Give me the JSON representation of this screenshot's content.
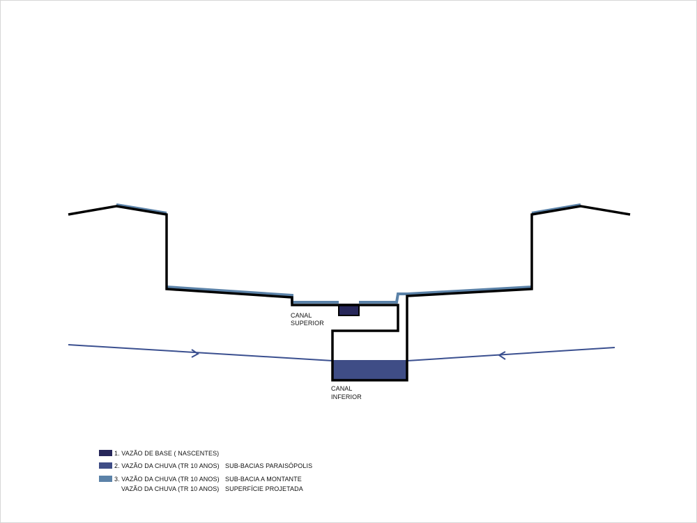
{
  "colors": {
    "line": "#000000",
    "base_flow": "#27275a",
    "rain_paraisopolis": "#3f4d86",
    "rain_upstream": "#5b82a8",
    "groundwater_arrow": "#3a4f8f"
  },
  "labels": {
    "canal_superior": [
      "CANAL",
      "SUPERIOR"
    ],
    "canal_inferior": [
      "CANAL",
      "INFERIOR"
    ]
  },
  "legend": [
    {
      "swatch_color": "#27275a",
      "text": "1. VAZÃO DE BASE  ( NASCENTES)",
      "detail": ""
    },
    {
      "swatch_color": "#3f4d86",
      "text": "2. VAZÃO DA CHUVA  (TR 10 ANOS)",
      "detail": "SUB-BACIAS PARAISÓPOLIS"
    },
    {
      "swatch_color": "#5b82a8",
      "text": "3. VAZÃO DA CHUVA  (TR 10 ANOS)",
      "detail": "SUB-BACIA A MONTANTE"
    },
    {
      "swatch_color": "",
      "text": "VAZÃO DA CHUVA  (TR 10 ANOS)",
      "detail": "SUPERFÍCIE PROJETADA"
    }
  ]
}
